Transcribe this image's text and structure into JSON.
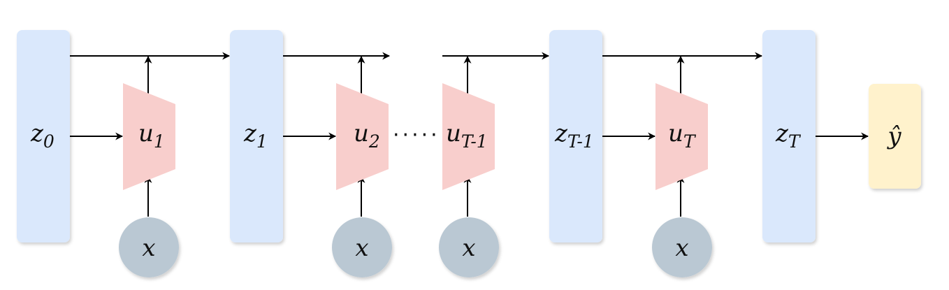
{
  "colors": {
    "state_block": "#dae8fc",
    "update_block": "#f8cecc",
    "input_node": "#bac8d3",
    "output_block": "#fff2cc",
    "arrow": "#000000"
  },
  "states": [
    {
      "base": "z",
      "sub": "0"
    },
    {
      "base": "z",
      "sub": "1"
    },
    {
      "base": "z",
      "sub": "T-1"
    },
    {
      "base": "z",
      "sub": "T"
    }
  ],
  "updates": [
    {
      "base": "u",
      "sub": "1"
    },
    {
      "base": "u",
      "sub": "2"
    },
    {
      "base": "u",
      "sub": "T-1"
    },
    {
      "base": "u",
      "sub": "T"
    }
  ],
  "inputs": [
    {
      "label": "x"
    },
    {
      "label": "x"
    },
    {
      "label": "x"
    },
    {
      "label": "x"
    }
  ],
  "output": {
    "label": "ŷ"
  },
  "ellipsis": "·····"
}
